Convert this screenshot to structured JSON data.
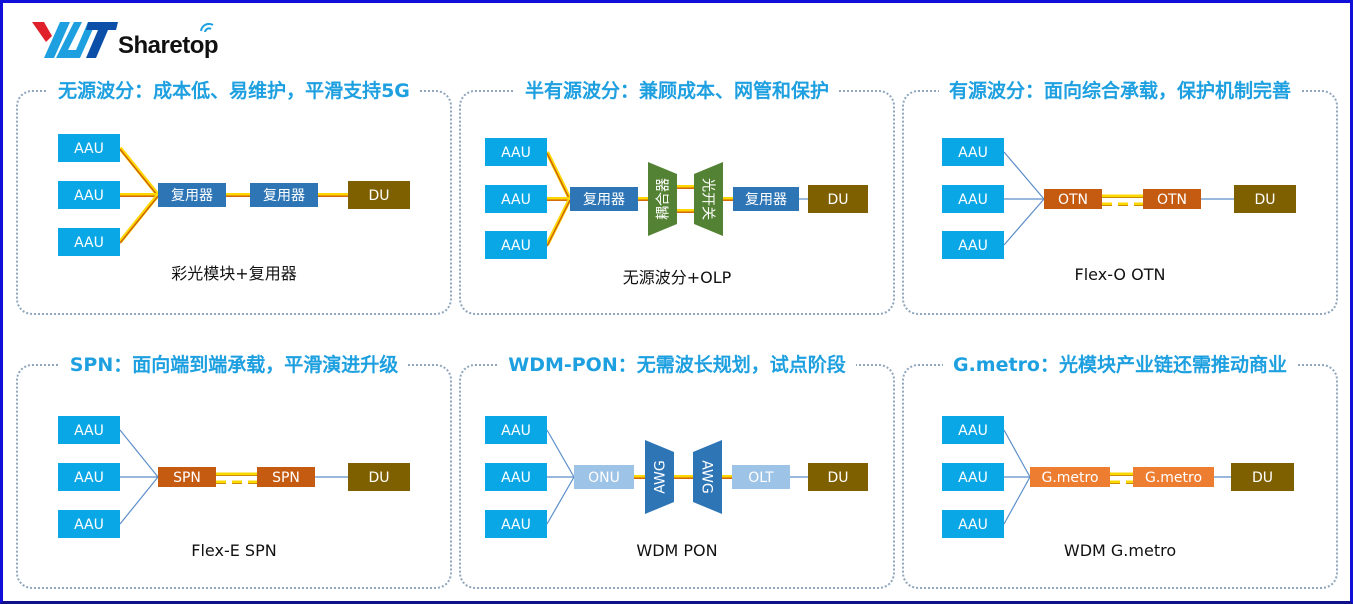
{
  "brand": {
    "logo_mark": "XYT",
    "logo_text": "Sharetop"
  },
  "colors": {
    "frame": "#1010d8",
    "title": "#1ea0e0",
    "aau": "#0aa7e6",
    "mux": "#2e75b6",
    "du": "#7f6000",
    "otn": "#c55a11",
    "gmetro": "#ed7d31",
    "olp": "#548235",
    "onu_olt": "#9dc3e6",
    "link_thin": "#5b8ec9",
    "fiber_yellow": "#ffd700",
    "fiber_red": "#c0400f"
  },
  "panels": [
    {
      "title": "无源波分：成本低、易维护，平滑支持5G",
      "caption": "彩光模块+复用器",
      "type": "passive",
      "aau": [
        "AAU",
        "AAU",
        "AAU"
      ],
      "nodes": [
        "复用器",
        "复用器",
        "DU"
      ]
    },
    {
      "title": "半有源波分：兼顾成本、网管和保护",
      "caption": "无源波分+OLP",
      "type": "semi",
      "aau": [
        "AAU",
        "AAU",
        "AAU"
      ],
      "nodes": [
        "复用器",
        "耦合器",
        "光开关",
        "复用器",
        "DU"
      ]
    },
    {
      "title": "有源波分：面向综合承载，保护机制完善",
      "caption": "Flex-O OTN",
      "type": "active",
      "aau": [
        "AAU",
        "AAU",
        "AAU"
      ],
      "nodes": [
        "OTN",
        "OTN",
        "DU"
      ]
    },
    {
      "title": "SPN：面向端到端承载，平滑演进升级",
      "caption": "Flex-E SPN",
      "type": "active",
      "aau": [
        "AAU",
        "AAU",
        "AAU"
      ],
      "nodes": [
        "SPN",
        "SPN",
        "DU"
      ]
    },
    {
      "title": "WDM-PON：无需波长规划，试点阶段",
      "caption": "WDM PON",
      "type": "pon",
      "aau": [
        "AAU",
        "AAU",
        "AAU"
      ],
      "nodes": [
        "ONU",
        "AWG",
        "AWG",
        "OLT",
        "DU"
      ]
    },
    {
      "title": "G.metro：光模块产业链还需推动商业",
      "caption": "WDM G.metro",
      "type": "gmetro",
      "aau": [
        "AAU",
        "AAU",
        "AAU"
      ],
      "nodes": [
        "G.metro",
        "G.metro",
        "DU"
      ]
    }
  ]
}
